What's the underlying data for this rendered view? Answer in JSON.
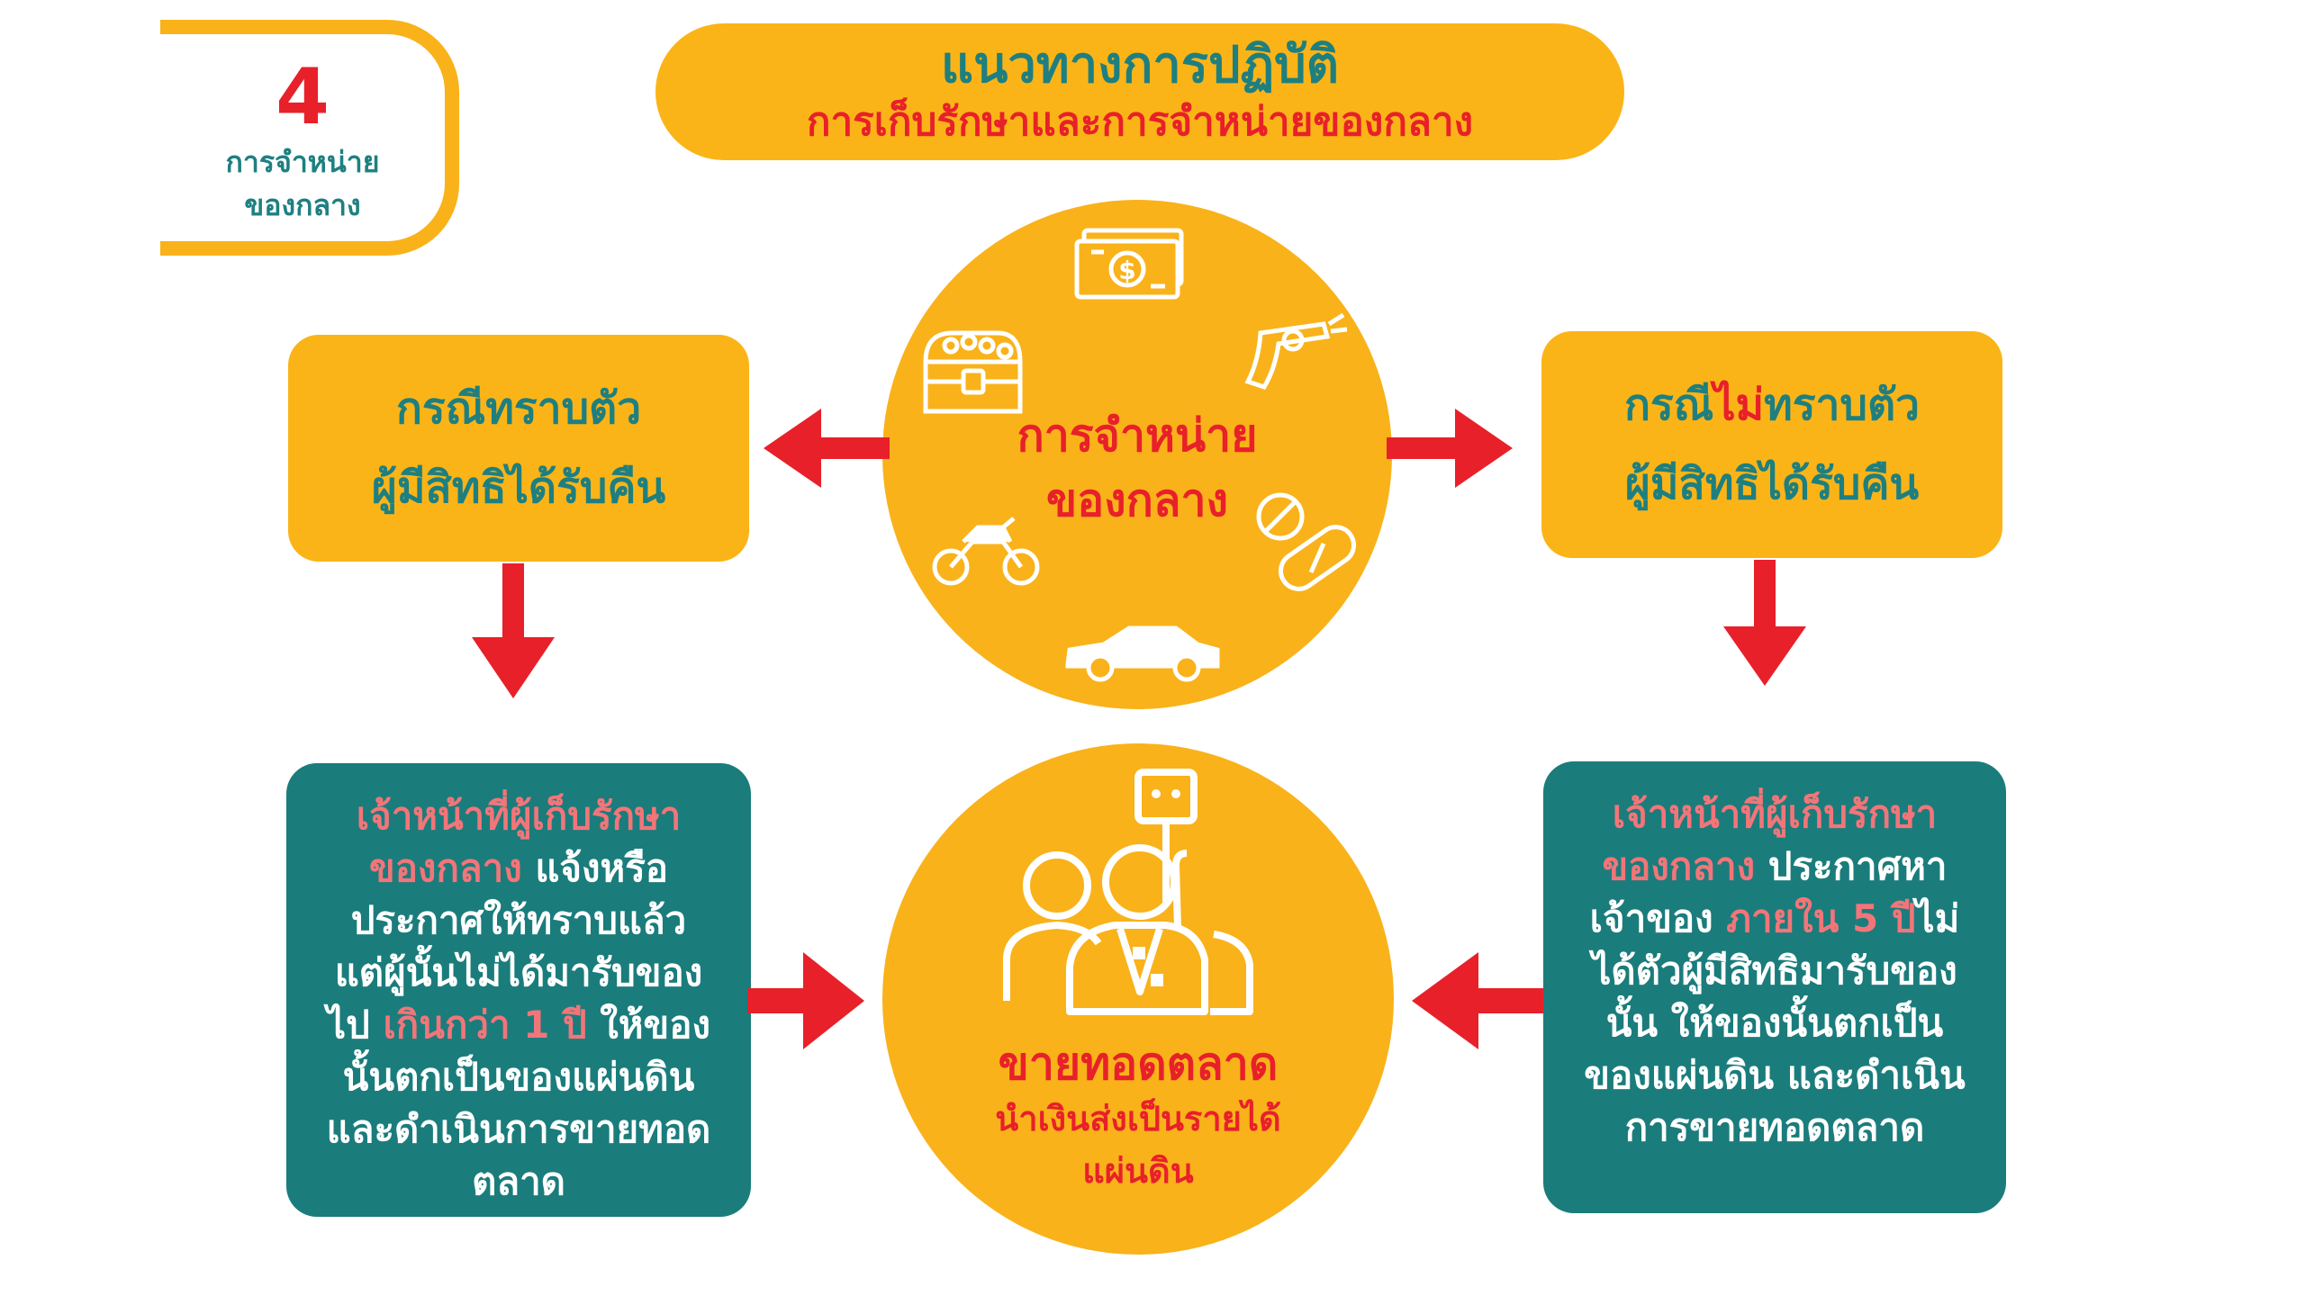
{
  "badge": {
    "number": "4",
    "line1": "การจำหน่าย",
    "line2": "ของกลาง"
  },
  "title": {
    "main": "แนวทางการปฏิบัติ",
    "sub": "การเก็บรักษาและการจำหน่ายของกลาง"
  },
  "center": {
    "line1": "การจำหน่าย",
    "line2": "ของกลาง",
    "icons": [
      "money-icon",
      "treasure-chest-icon",
      "gun-icon",
      "motorcycle-icon",
      "pills-icon",
      "car-icon"
    ]
  },
  "left_case": {
    "line1": "กรณีทราบตัว",
    "line2": "ผู้มีสิทธิได้รับคืน"
  },
  "right_case": {
    "line1_a": "กรณี",
    "line1_b": "ไม่",
    "line1_c": "ทราบตัว",
    "line2": "ผู้มีสิทธิได้รับคืน"
  },
  "left_detail": {
    "l1": "เจ้าหน้าที่ผู้เก็บรักษา",
    "l2_a": "ของกลาง",
    "l2_b": " แจ้งหรือ",
    "l3": "ประกาศให้ทราบแล้ว",
    "l4": "แต่ผู้นั้นไม่ได้มารับของ",
    "l5_a": "ไป ",
    "l5_b": "เกินกว่า 1 ปี",
    "l5_c": " ให้ของ",
    "l6": "นั้นตกเป็นของแผ่นดิน",
    "l7": "และดำเนินการขายทอด",
    "l8": "ตลาด"
  },
  "right_detail": {
    "l1": "เจ้าหน้าที่ผู้เก็บรักษา",
    "l2_a": "ของกลาง",
    "l2_b": " ประกาศหา",
    "l3_a": "เจ้าของ ",
    "l3_b": "ภายใน 5 ปี",
    "l3_c": "ไม่",
    "l4": "ได้ตัวผู้มีสิทธิมารับของ",
    "l5": "นั้น ให้ของนั้นตกเป็น",
    "l6": "ของแผ่นดิน และดำเนิน",
    "l7": "การขายทอดตลาด"
  },
  "market": {
    "title": "ขายทอดตลาด",
    "sub1": "นำเงินส่งเป็นรายได้",
    "sub2": "แผ่นดิน",
    "icon": "auction-bidder-icon"
  },
  "colors": {
    "orange": "#fbb417",
    "teal": "#1b7c7c",
    "red": "#e8202a",
    "pink": "#f27579",
    "teal_text": "#1e7f80"
  }
}
